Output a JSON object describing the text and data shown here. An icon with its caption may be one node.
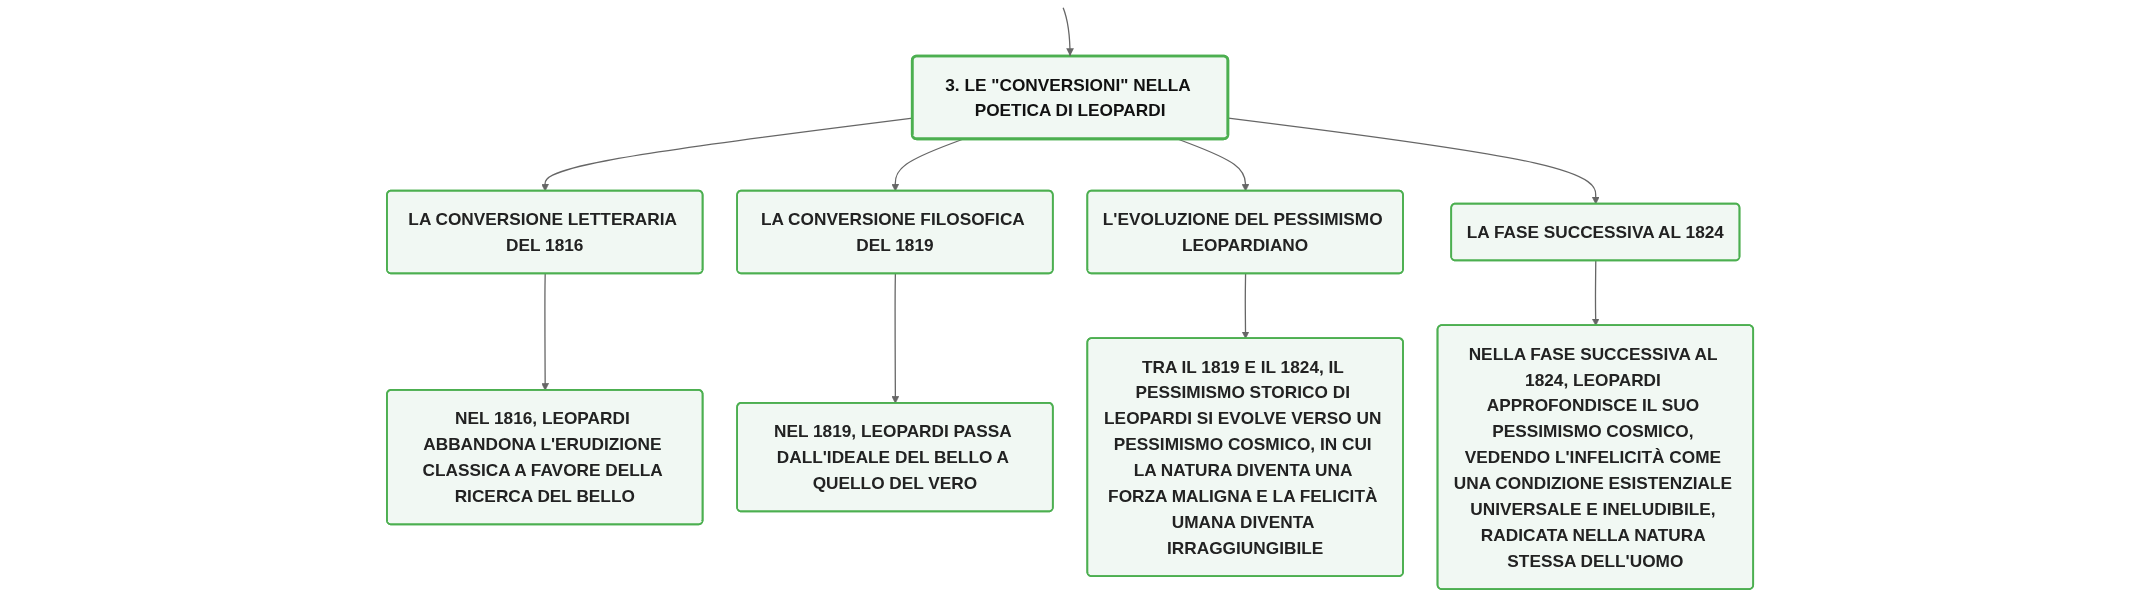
{
  "diagram": {
    "nodes": [
      {
        "text": [
          "3. LE \"CONVERSIONI\" NELLA POETICA DI LEOPARDI"
        ]
      },
      {
        "text": [
          "LA CONVERSIONE LETTERARIA DEL 1816"
        ]
      },
      {
        "text": [
          "LA CONVERSIONE FILOSOFICA DEL 1819"
        ]
      },
      {
        "text": [
          "L'EVOLUZIONE DEL PESSIMISMO LEOPARDIANO"
        ]
      },
      {
        "text": [
          "LA FASE SUCCESSIVA AL 1824"
        ]
      },
      {
        "text": [
          "NEL 1816, LEOPARDI ABBANDONA L'ERUDIZIONE CLASSICA A FAVORE DELLA RICERCA DEL BELLO"
        ]
      },
      {
        "text": [
          "NEL 1819, LEOPARDI PASSA DALL'IDEALE DEL BELLO A QUELLO DEL VERO"
        ]
      },
      {
        "text": [
          "TRA IL 1819 E IL 1824, IL PESSIMISMO STORICO DI LEOPARDI SI EVOLVE VERSO UN PESSIMISMO COSMICO, IN CUI LA NATURA DIVENTA UNA FORZA MALIGNA E LA FELICITÀ UMANA DIVENTA IRRAGGIUNGIBILE"
        ]
      },
      {
        "text": [
          "NELLA FASE SUCCESSIVA AL 1824, LEOPARDI APPROFONDISCE IL SUO PESSIMISMO COSMICO, VEDENDO L'INFELICITÀ COME UNA CONDIZIONE ESISTENZIALE UNIVERSALE E INELUDIBILE, RADICATA NELLA NATURA STESSA DELL'UOMO"
        ]
      }
    ],
    "edges": [
      {
        "from": null,
        "to": 0,
        "arrow": "to"
      },
      {
        "from": 0,
        "to": 1,
        "arrow": "to"
      },
      {
        "from": 0,
        "to": 2,
        "arrow": "to"
      },
      {
        "from": 0,
        "to": 3,
        "arrow": "to"
      },
      {
        "from": 0,
        "to": 4,
        "arrow": "to"
      },
      {
        "from": 1,
        "to": 5,
        "arrow": "to"
      },
      {
        "from": 2,
        "to": 6,
        "arrow": "to"
      },
      {
        "from": 3,
        "to": 7,
        "arrow": "to"
      },
      {
        "from": 4,
        "to": 8,
        "arrow": "to"
      }
    ]
  }
}
